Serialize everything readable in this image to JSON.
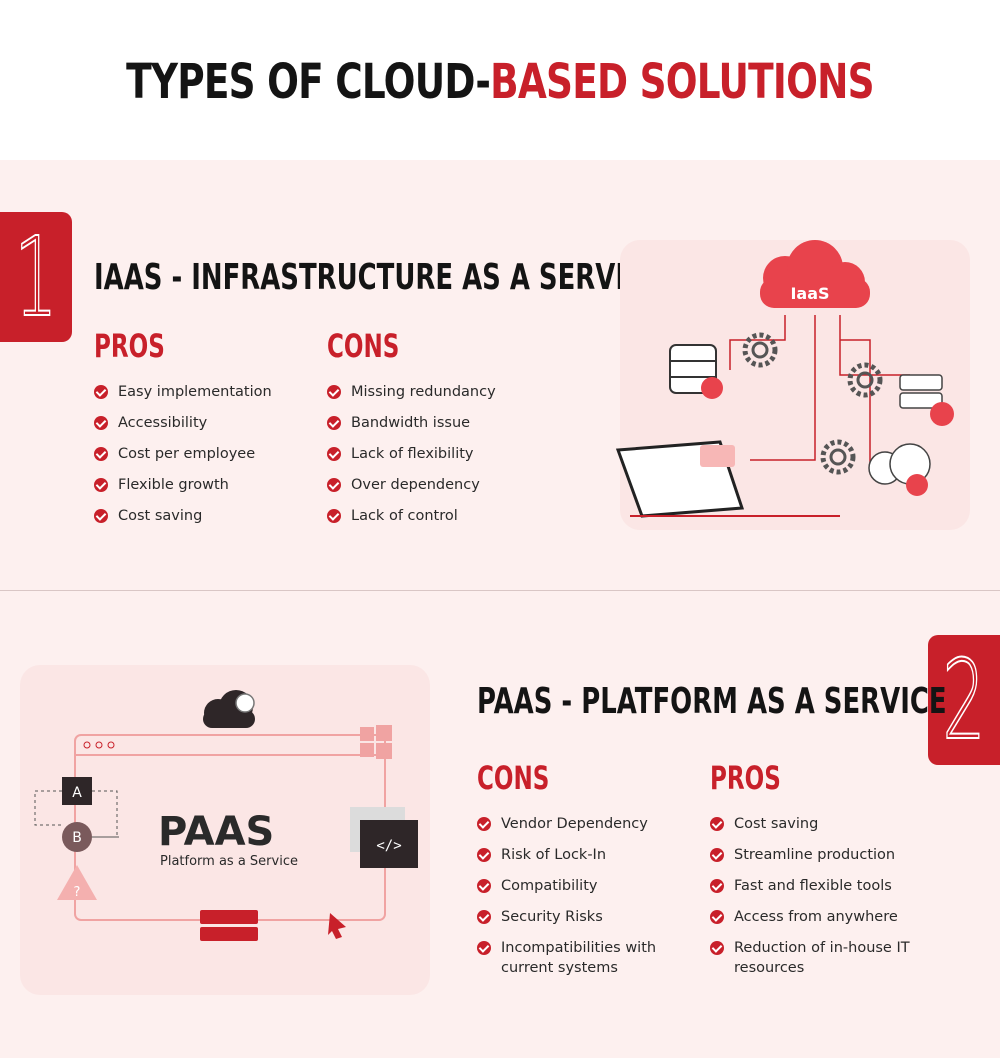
{
  "title": {
    "part1": "TYPES OF CLOUD-",
    "part2": "BASED SOLUTIONS"
  },
  "colors": {
    "accent": "#c8202a",
    "text": "#141414",
    "section_bg": "#fdf0ef"
  },
  "section1": {
    "number": "1",
    "title": "IAAS - INFRASTRUCTURE AS A SERVICE",
    "pros_label": "PROS",
    "cons_label": "CONS",
    "pros": [
      "Easy implementation",
      "Accessibility",
      "Cost per employee",
      "Flexible growth",
      "Cost saving"
    ],
    "cons": [
      "Missing redundancy",
      "Bandwidth issue",
      "Lack of flexibility",
      "Over dependency",
      "Lack of control"
    ],
    "illustration": {
      "cloud_label": "IaaS"
    }
  },
  "section2": {
    "number": "2",
    "title": "PAAS - PLATFORM AS A SERVICE",
    "cons_label": "CONS",
    "pros_label": "PROS",
    "cons": [
      "Vendor Dependency",
      "Risk of Lock-In",
      "Compatibility",
      "Security Risks",
      "Incompatibilities with current systems"
    ],
    "pros": [
      "Cost saving",
      "Streamline production",
      "Fast and flexible tools",
      "Access from anywhere",
      "Reduction of in-house IT resources"
    ],
    "illustration": {
      "big_label": "PAAS",
      "sub_label": "Platform as a Service",
      "node_a": "A",
      "node_b": "B",
      "node_q": "?",
      "code_label": "</>"
    }
  }
}
